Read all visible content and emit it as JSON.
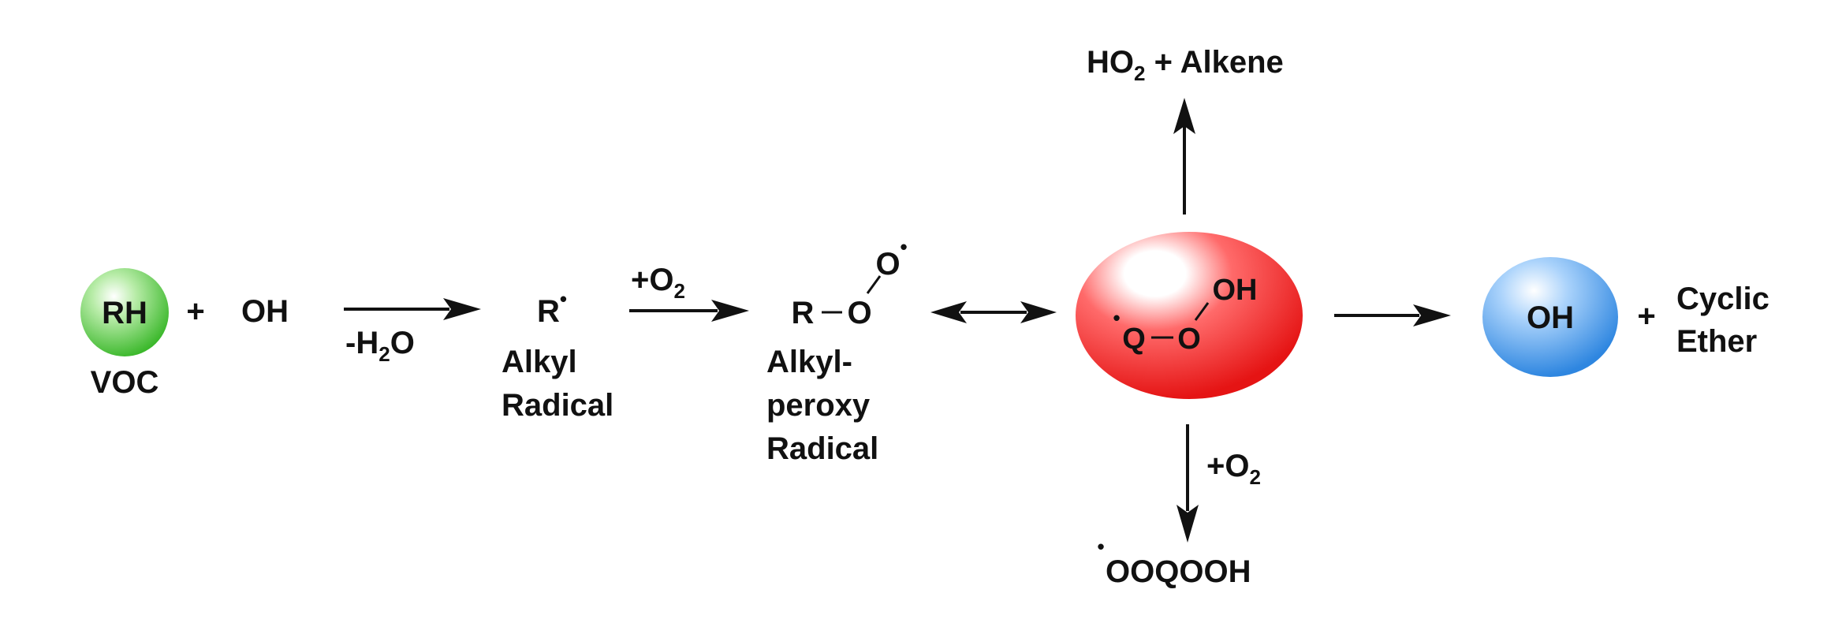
{
  "reactants": {
    "rh_label": "RH",
    "plus": "+",
    "oh_label": "OH",
    "voc_label": "VOC"
  },
  "step1": {
    "condition_prefix": "-H",
    "condition_sub": "2",
    "condition_suffix": "O"
  },
  "alkyl": {
    "symbol": "R",
    "dot": "•",
    "line1": "Alkyl",
    "line2": "Radical"
  },
  "step2": {
    "condition_prefix": "+O",
    "condition_sub": "2"
  },
  "peroxy": {
    "r_atom": "R",
    "o_atom": "O",
    "o_top_atom": "O",
    "dot": "•",
    "line1": "Alkyl-",
    "line2": "peroxy",
    "line3": "Radical"
  },
  "qooh": {
    "dot": "•",
    "q_atom": "Q",
    "o_atom": "O",
    "oh_group": "OH"
  },
  "top_product": {
    "ho_prefix": "HO",
    "ho_sub": "2",
    "rest": " + Alkene"
  },
  "bottom_step": {
    "condition_prefix": "+O",
    "condition_sub": "2"
  },
  "bottom_product": {
    "dot": "•",
    "formula": "OOQOOH"
  },
  "right_product": {
    "oh_label": "OH",
    "plus": "+",
    "line1": "Cyclic",
    "line2": "Ether"
  },
  "colors": {
    "green_sphere": "#4fc43f",
    "red_sphere": "#ef1d1d",
    "blue_sphere": "#3a8ee6",
    "text": "#111111"
  }
}
